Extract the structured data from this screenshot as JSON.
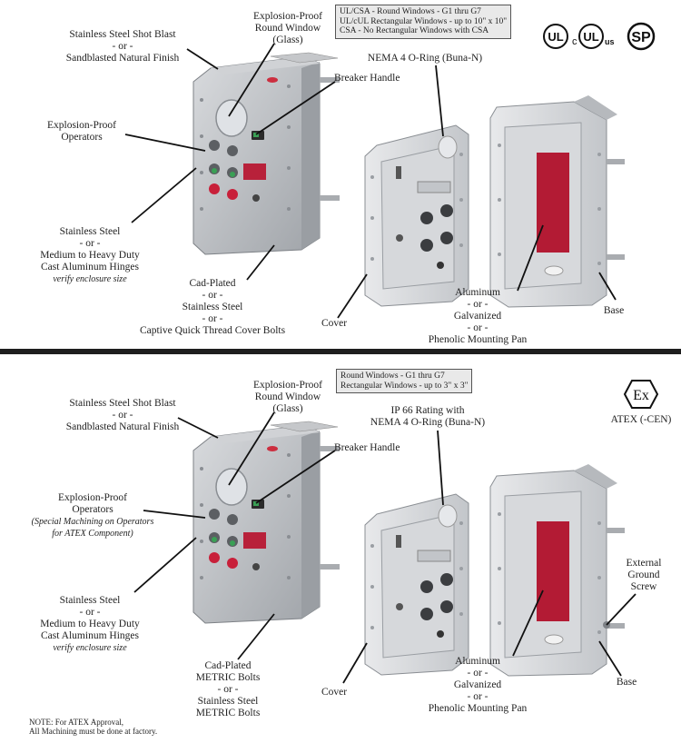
{
  "top": {
    "cert_box": [
      "UL/CSA - Round Windows - G1 thru G7",
      "UL/cUL Rectangular Windows - up to 10\" x 10\"",
      "CSA - No Rectangular Windows with CSA"
    ],
    "cert_logos": {
      "ul": "UL",
      "cul_c": "c",
      "cul_us": "us",
      "csa": "SP"
    },
    "labels": {
      "shot_blast": [
        "Stainless Steel Shot Blast",
        "- or -",
        "Sandblasted Natural Finish"
      ],
      "round_window": [
        "Explosion-Proof",
        "Round Window",
        "(Glass)"
      ],
      "breaker_handle": [
        "Breaker Handle"
      ],
      "oring": [
        "NEMA 4 O-Ring (Buna-N)"
      ],
      "operators": [
        "Explosion-Proof",
        "Operators"
      ],
      "hinges": [
        "Stainless Steel",
        "- or -",
        "Medium to Heavy Duty",
        "Cast Aluminum Hinges"
      ],
      "hinges_note": "verify enclosure size",
      "bolts": [
        "Cad-Plated",
        "- or -",
        "Stainless Steel",
        "- or -",
        "Captive Quick Thread Cover Bolts"
      ],
      "cover": "Cover",
      "pan": [
        "Aluminum",
        "- or -",
        "Galvanized",
        "- or -",
        "Phenolic Mounting Pan"
      ],
      "base": "Base"
    }
  },
  "bottom": {
    "cert_box": [
      "Round Windows - G1 thru G7",
      "Rectangular Windows - up to 3\" x 3\""
    ],
    "atex_logo": "Ex",
    "atex_label": "ATEX (-CEN)",
    "labels": {
      "shot_blast": [
        "Stainless Steel Shot Blast",
        "- or -",
        "Sandblasted Natural Finish"
      ],
      "round_window": [
        "Explosion-Proof",
        "Round Window",
        "(Glass)"
      ],
      "oring": [
        "IP 66 Rating with",
        "NEMA 4 O-Ring (Buna-N)"
      ],
      "breaker_handle": [
        "Breaker Handle"
      ],
      "operators": [
        "Explosion-Proof",
        "Operators"
      ],
      "operators_note": [
        "(Special Machining on Operators",
        "for ATEX Component)"
      ],
      "hinges": [
        "Stainless Steel",
        "- or -",
        "Medium to Heavy Duty",
        "Cast Aluminum Hinges"
      ],
      "hinges_note": "verify enclosure size",
      "bolts": [
        "Cad-Plated",
        "METRIC Bolts",
        "- or -",
        "Stainless Steel",
        "METRIC Bolts"
      ],
      "ground_screw": [
        "External",
        "Ground",
        "Screw"
      ],
      "cover": "Cover",
      "pan": [
        "Aluminum",
        "- or -",
        "Galvanized",
        "- or -",
        "Phenolic Mounting Pan"
      ],
      "base": "Base"
    },
    "note": [
      "NOTE: For ATEX Approval,",
      "All Machining must be done at factory."
    ]
  },
  "colors": {
    "red_pan": "#b31b34",
    "enclosure": "#b9bcc0",
    "divider": "#1e1e1e",
    "box_bg": "#e9e9e9"
  }
}
